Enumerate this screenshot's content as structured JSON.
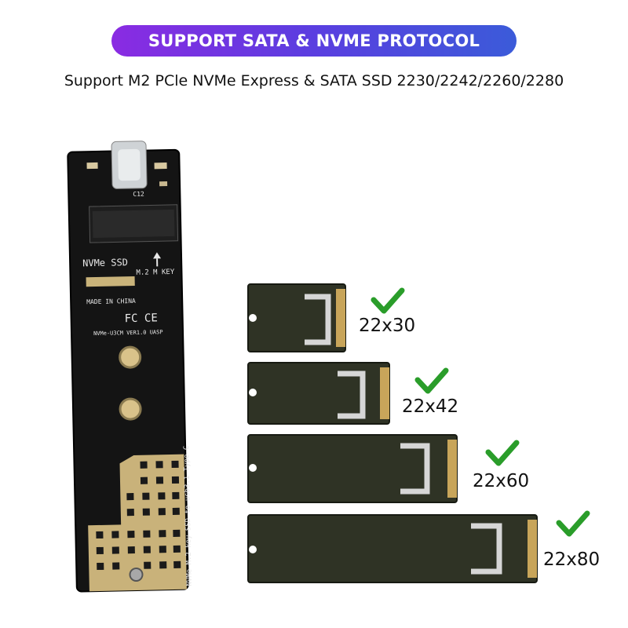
{
  "banner": {
    "text": "SUPPORT SATA & NVME PROTOCOL"
  },
  "subtitle": "Support M2 PCle NVMe Express & SATA SSD 2230/2242/2260/2280",
  "enclosure_board": {
    "silkscreen": [
      "NVMe SSD",
      "M.2 M KEY",
      "MADE IN CHINA",
      "FC CE",
      "NVMe-U3CM VER1.0 UASP",
      "NVMe M.2 key SSD to usb3.1 Type-C",
      "C12"
    ]
  },
  "ssd_sizes": [
    {
      "label": "22x30",
      "supported": true
    },
    {
      "label": "22x42",
      "supported": true
    },
    {
      "label": "22x60",
      "supported": true
    },
    {
      "label": "22x80",
      "supported": true
    }
  ],
  "colors": {
    "check": "#2a9d2a",
    "board": "#151515",
    "banner_start": "#8a2be2",
    "banner_end": "#3b5bd9"
  }
}
